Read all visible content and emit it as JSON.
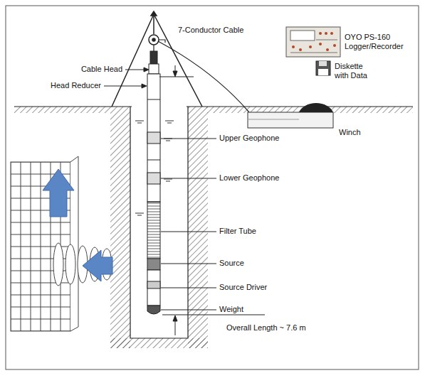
{
  "diagram": {
    "labels": [
      "7-Conductor Cable",
      "OYO PS-160 Logger/Recorder",
      "Cable Head",
      "Head Reducer",
      "Diskette with Data",
      "Winch",
      "Upper Geophone",
      "Lower Geophone",
      "Filter Tube",
      "Source",
      "Source Driver",
      "Weight",
      "Overall Length ~ 7.6 m"
    ]
  }
}
